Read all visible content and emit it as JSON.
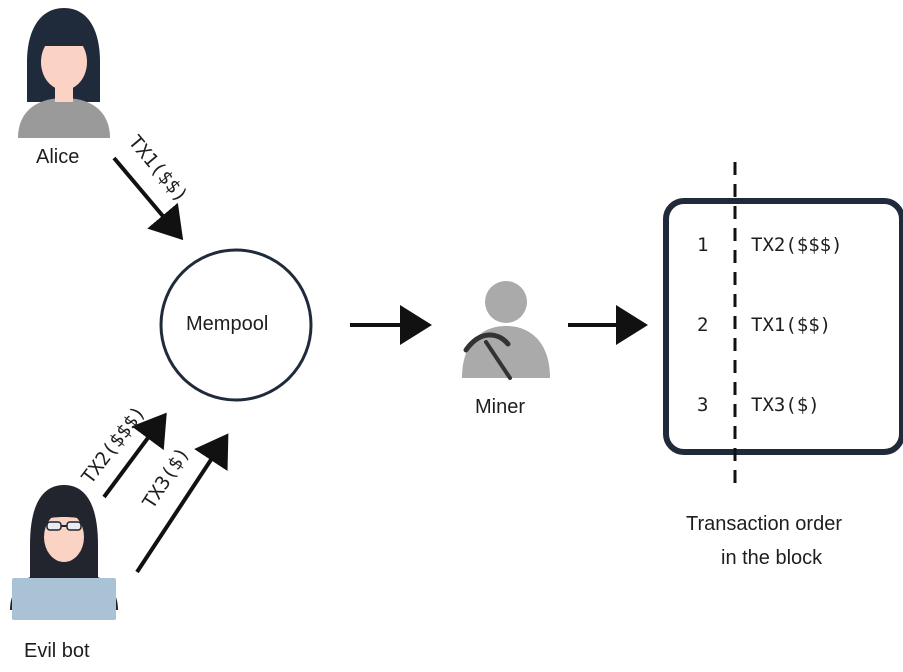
{
  "actors": {
    "alice": {
      "label": "Alice"
    },
    "evil_bot": {
      "label": "Evil bot"
    },
    "miner": {
      "label": "Miner"
    }
  },
  "mempool": {
    "label": "Mempool"
  },
  "transactions": {
    "tx1": "TX1($$)",
    "tx2": "TX2($$$)",
    "tx3": "TX3($)"
  },
  "block": {
    "rows": [
      {
        "index": "1",
        "tx": "TX2($$$)"
      },
      {
        "index": "2",
        "tx": "TX1($$)"
      },
      {
        "index": "3",
        "tx": "TX3($)"
      }
    ],
    "caption_line1": "Transaction order",
    "caption_line2": "in the block"
  },
  "colors": {
    "hair": "#1f2a3a",
    "skin": "#fbd3c4",
    "alice_shirt": "#9a9a9a",
    "hood": "#22252e",
    "glasses": "#e9edf2",
    "laptop": "#a9c2d6",
    "miner_gray": "#aaaaaa",
    "block_border": "#1f2a3a",
    "stroke": "#111111"
  }
}
